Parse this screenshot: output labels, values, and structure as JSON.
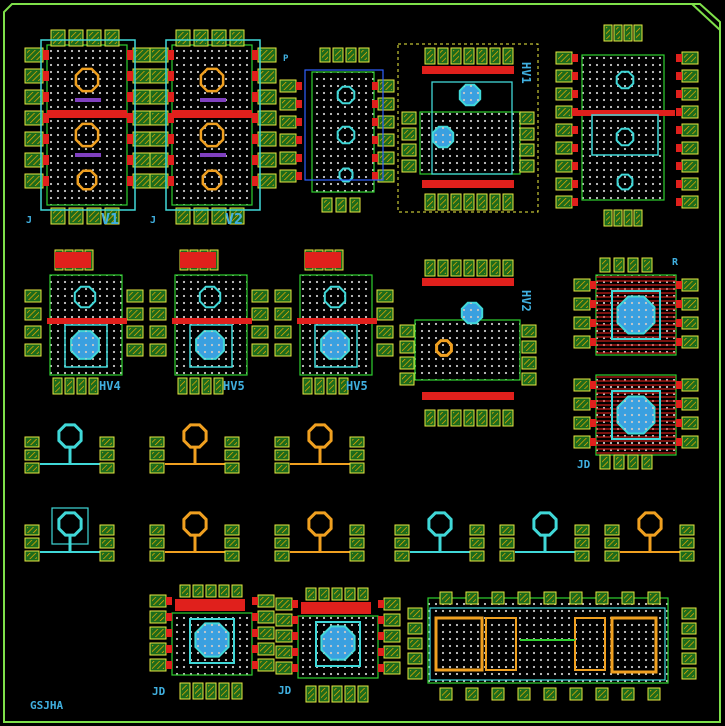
{
  "canvas": {
    "background": "#000000"
  },
  "colors": {
    "frame": "#7fe04a",
    "pad_fill": "#1c6b1c",
    "pad_stroke": "#e6e640",
    "pad_hatch": "#ffb000",
    "red": "#e0201c",
    "dots": "#c8c8c8",
    "green_line": "#30d030",
    "cyan": "#40d8d8",
    "blue": "#3060ff",
    "purple": "#8040c0",
    "orange": "#f0a020",
    "yellow": "#f0f040",
    "label": "#40b0e0"
  },
  "labels": {
    "v1": "V1",
    "v2": "V2",
    "hv1": "HV1",
    "hv2": "HV2",
    "hv4": "HV4",
    "hv5": "HV5",
    "hv6": "HV5",
    "jd_mid": "JD",
    "jd_bottom_left": "JD",
    "jd_bottom_mid": "JD",
    "code": "GSJHA",
    "marker_p": "P",
    "marker_r": "R",
    "marker_j1": "J",
    "marker_j2": "J"
  }
}
